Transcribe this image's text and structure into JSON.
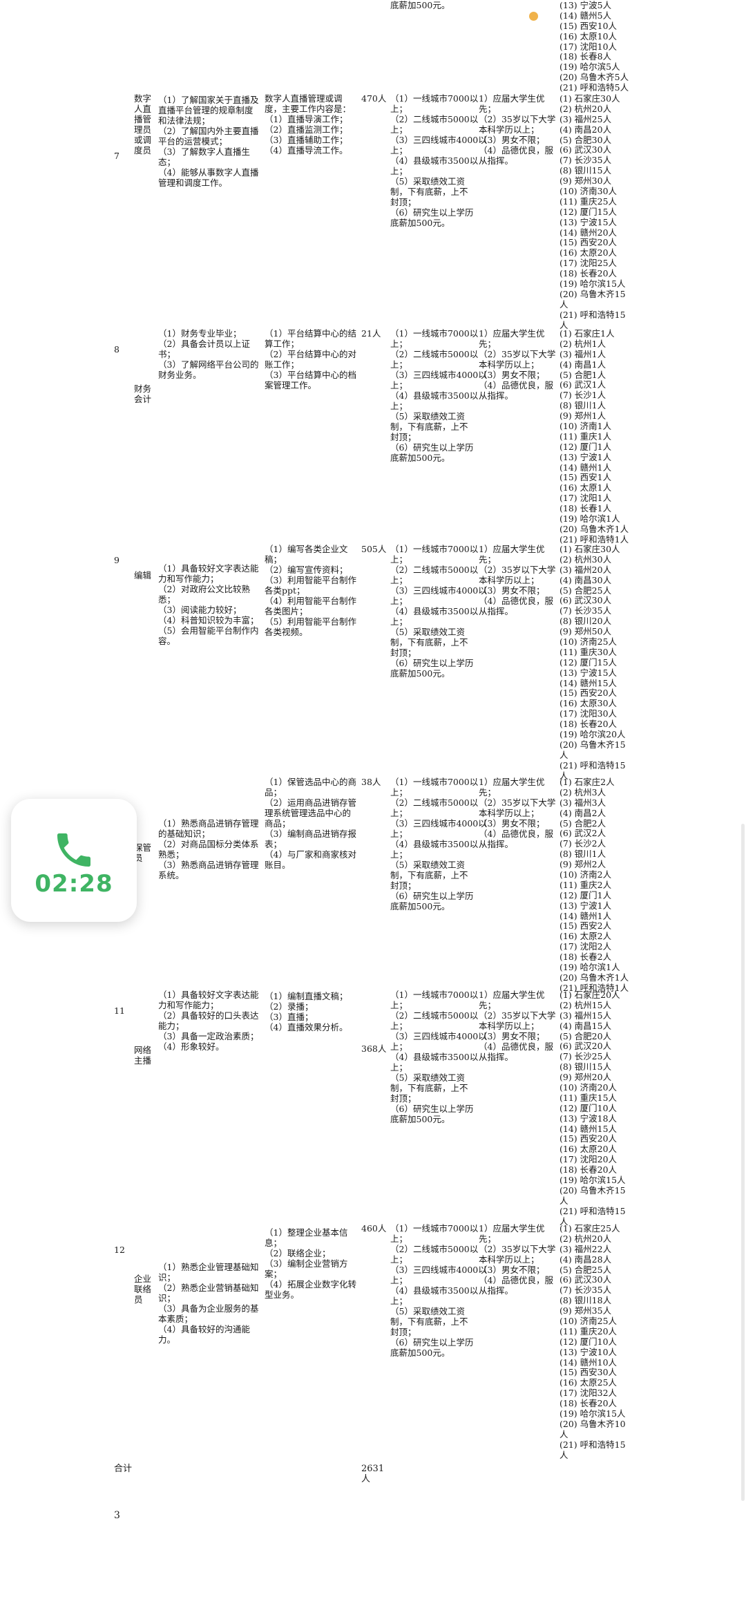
{
  "top_fragment": {
    "salary_tail": "底薪加500元。",
    "cities": [
      "(13) 宁波5人",
      "(14) 赣州5人",
      "(15) 西安10人",
      "(16) 太原10人",
      "(17) 沈阳10人",
      "(18) 长春8人",
      "(19) 哈尔滨5人",
      "(20) 乌鲁木齐5人",
      "(21) 呼和浩特5人"
    ]
  },
  "rows": [
    {
      "no": "7",
      "position": "数字\n人直\n播管\n理员\n或调\n度员",
      "requirements": "（1）了解国家关于直播及\n直播平台管理的规章制度\n和法律法规；\n（2）了解国内外主要直播\n平台的运营模式；\n（3）了解数字人直播生\n态；\n（4）能够从事数字人直播\n管理和调度工作。",
      "duties": "数字人直播管理或调\n度，主要工作内容是：\n（1）直播导演工作；\n（2）直播监测工作；\n（3）直播辅助工作；\n（4）直播导流工作。",
      "count": "470人",
      "salary": "（1）一线城市7000以\n上；\n（2）二线城市5000以\n上；\n（3）三四线城市4000以\n上；\n（4）县级城市3500以\n上；\n（5）采取绩效工资\n制，下有底薪，上不\n封顶；\n（6）研究生以上学历\n底薪加500元。",
      "conditions": "1）应届大学生优\n先；\n（2）35岁以下大学\n本科学历以上；\n（3）男女不限；\n（4）品德优良，服\n从指挥。",
      "cities": [
        "(1) 石家庄30人",
        "(2) 杭州20人",
        "(3) 福州25人",
        "(4) 南昌20人",
        "(5) 合肥30人",
        "(6) 武汉30人",
        "(7) 长沙35人",
        "(8) 银川15人",
        "(9) 郑州30人",
        "(10) 济南30人",
        "(11) 重庆25人",
        "(12) 厦门15人",
        "(13) 宁波15人",
        "(14) 赣州20人",
        "(15) 西安20人",
        "(16) 太原20人",
        "(17) 沈阳25人",
        "(18) 长春20人",
        "(19) 哈尔滨15人",
        "(20) 乌鲁木齐15",
        "人",
        "(21) 呼和浩特15",
        "人"
      ]
    },
    {
      "no": "8",
      "position": "财务\n会计",
      "requirements": "（1）财务专业毕业；\n（2）具备会计员以上证\n书；\n（3）了解网络平台公司的\n财务业务。",
      "duties": "（1）平台结算中心的结\n算工作；\n（2）平台结算中心的对\n账工作；\n（3）平台结算中心的档\n案管理工作。",
      "count": "21人",
      "salary": "（1）一线城市7000以\n上；\n（2）二线城市5000以\n上；\n（3）三四线城市4000以\n上；\n（4）县级城市3500以\n上；\n（5）采取绩效工资\n制，下有底薪，上不\n封顶；\n（6）研究生以上学历\n底薪加500元。",
      "conditions": "1）应届大学生优\n先；\n（2）35岁以下大学\n本科学历以上；\n（3）男女不限；\n（4）品德优良，服\n从指挥。",
      "cities": [
        "(1) 石家庄1人",
        "(2) 杭州1人",
        "(3) 福州1人",
        "(4) 南昌1人",
        "(5) 合肥1人",
        "(6) 武汉1人",
        "(7) 长沙1人",
        "(8) 银川1人",
        "(9) 郑州1人",
        "(10) 济南1人",
        "(11) 重庆1人",
        "(12) 厦门1人",
        "(13) 宁波1人",
        "(14) 赣州1人",
        "(15) 西安1人",
        "(16) 太原1人",
        "(17) 沈阳1人",
        "(18) 长春1人",
        "(19) 哈尔滨1人",
        "(20) 乌鲁木齐1人",
        "(21) 呼和浩特1人"
      ]
    },
    {
      "no": "9",
      "position": "编辑",
      "requirements": "（1）具备较好文字表达能\n力和写作能力；\n（2）对政府公文比较熟\n悉；\n（3）阅读能力较好；\n（4）科普知识较为丰富；\n（5）会用智能平台制作内\n容。",
      "duties": "（1）编写各类企业文\n稿；\n（2）编写宣传资料；\n（3）利用智能平台制作\n各类ppt；\n（4）利用智能平台制作\n各类图片；\n（5）利用智能平台制作\n各类视频。",
      "count": "505人",
      "salary": "（1）一线城市7000以\n上；\n（2）二线城市5000以\n上；\n（3）三四线城市4000以\n上；\n（4）县级城市3500以\n上；\n（5）采取绩效工资\n制，下有底薪，上不\n封顶；\n（6）研究生以上学历\n底薪加500元。",
      "conditions": "1）应届大学生优\n先；\n（2）35岁以下大学\n本科学历以上；\n（3）男女不限；\n（4）品德优良，服\n从指挥。",
      "cities": [
        "(1) 石家庄30人",
        "(2) 杭州30人",
        "(3) 福州20人",
        "(4) 南昌30人",
        "(5) 合肥25人",
        "(6) 武汉30人",
        "(7) 长沙35人",
        "(8) 银川20人",
        "(9) 郑州50人",
        "(10) 济南25人",
        "(11) 重庆30人",
        "(12) 厦门15人",
        "(13) 宁波15人",
        "(14) 赣州15人",
        "(15) 西安20人",
        "(16) 太原30人",
        "(17) 沈阳30人",
        "(18) 长春20人",
        "(19) 哈尔滨20人",
        "(20) 乌鲁木齐15",
        "人",
        "(21) 呼和浩特15",
        "人"
      ]
    },
    {
      "no": "",
      "position": "保管\n员",
      "requirements": "（1）熟悉商品进销存管理\n的基础知识；\n（2）对商品国标分类体系\n熟悉；\n（3）熟悉商品进销存管理\n系统。",
      "duties": "（1）保管选品中心的商\n品；\n（2）运用商品进销存管\n理系统管理选品中心的\n商品；\n（3）编制商品进销存报\n表；\n（4）与厂家和商家核对\n账目。",
      "count": "38人",
      "salary": "（1）一线城市7000以\n上；\n（2）二线城市5000以\n上；\n（3）三四线城市4000以\n上；\n（4）县级城市3500以\n上；\n（5）采取绩效工资\n制，下有底薪，上不\n封顶；\n（6）研究生以上学历\n底薪加500元。",
      "conditions": "1）应届大学生优\n先；\n（2）35岁以下大学\n本科学历以上；\n（3）男女不限；\n（4）品德优良，服\n从指挥。",
      "cities": [
        "(1) 石家庄2人",
        "(2) 杭州3人",
        "(3) 福州3人",
        "(4) 南昌2人",
        "(5) 合肥2人",
        "(6) 武汉2人",
        "(7) 长沙2人",
        "(8) 银川1人",
        "(9) 郑州2人",
        "(10) 济南2人",
        "(11) 重庆2人",
        "(12) 厦门1人",
        "(13) 宁波1人",
        "(14) 赣州1人",
        "(15) 西安2人",
        "(16) 太原2人",
        "(17) 沈阳2人",
        "(18) 长春2人",
        "(19) 哈尔滨1人",
        "(20) 乌鲁木齐1人",
        "(21) 呼和浩特1人"
      ]
    },
    {
      "no": "11",
      "position": "网络\n主播",
      "requirements": "（1）具备较好文字表达能\n力和写作能力；\n（2）具备较好的口头表达\n能力；\n（3）具备一定政治素质；\n（4）形象较好。",
      "duties": "（1）编制直播文稿；\n（2）录播；\n（3）直播；\n（4）直播效果分析。",
      "count": "368人",
      "salary": "（1）一线城市7000以\n上；\n（2）二线城市5000以\n上；\n（3）三四线城市4000以\n上；\n（4）县级城市3500以\n上；\n（5）采取绩效工资\n制，下有底薪，上不\n封顶；\n（6）研究生以上学历\n底薪加500元。",
      "conditions": "1）应届大学生优\n先；\n（2）35岁以下大学\n本科学历以上；\n（3）男女不限；\n（4）品德优良，服\n从指挥。",
      "cities": [
        "(1) 石家庄20人",
        "(2) 杭州15人",
        "(3) 福州15人",
        "(4) 南昌15人",
        "(5) 合肥20人",
        "(6) 武汉20人",
        "(7) 长沙25人",
        "(8) 银川15人",
        "(9) 郑州20人",
        "(10) 济南20人",
        "(11) 重庆15人",
        "(12) 厦门10人",
        "(13) 宁波18人",
        "(14) 赣州15人",
        "(15) 西安20人",
        "(16) 太原20人",
        "(17) 沈阳20人",
        "(18) 长春20人",
        "(19) 哈尔滨15人",
        "(20) 乌鲁木齐15",
        "人",
        "(21) 呼和浩特15",
        "人"
      ]
    },
    {
      "no": "12",
      "position": "企业\n联络\n员",
      "requirements": "（1）熟悉企业管理基础知\n识；\n（2）熟悉企业营销基础知\n识；\n（3）具备为企业服务的基\n本素质；\n（4）具备较好的沟通能\n力。",
      "duties": "（1）整理企业基本信\n息；\n（2）联络企业；\n（3）编制企业营销方\n案；\n（4）拓展企业数字化转\n型业务。",
      "count": "460人",
      "salary": "（1）一线城市7000以\n上；\n（2）二线城市5000以\n上；\n（3）三四线城市4000以\n上；\n（4）县级城市3500以\n上；\n（5）采取绩效工资\n制，下有底薪，上不\n封顶；\n（6）研究生以上学历\n底薪加500元。",
      "conditions": "1）应届大学生优\n先；\n（2）35岁以下大学\n本科学历以上；\n（3）男女不限；\n（4）品德优良，服\n从指挥。",
      "cities": [
        "(1) 石家庄25人",
        "(2) 杭州20人",
        "(3) 福州22人",
        "(4) 南昌28人",
        "(5) 合肥25人",
        "(6) 武汉30人",
        "(7) 长沙35人",
        "(8) 银川18人",
        "(9) 郑州35人",
        "(10) 济南25人",
        "(11) 重庆20人",
        "(12) 厦门10人",
        "(13) 宁波10人",
        "(14) 赣州10人",
        "(15) 西安30人",
        "(16) 太原25人",
        "(17) 沈阳32人",
        "(18) 长春20人",
        "(19) 哈尔滨15人",
        "(20) 乌鲁木齐10",
        "人",
        "(21) 呼和浩特15",
        "人"
      ]
    }
  ],
  "total": {
    "label": "合计",
    "value": "2631\n人"
  },
  "page_number": "3",
  "call_widget": {
    "timer": "02:28",
    "icon": "phone-icon",
    "accent": "#3fb463"
  },
  "colors": {
    "status_dot": "#f0b24a",
    "text": "#1a1a1a"
  }
}
